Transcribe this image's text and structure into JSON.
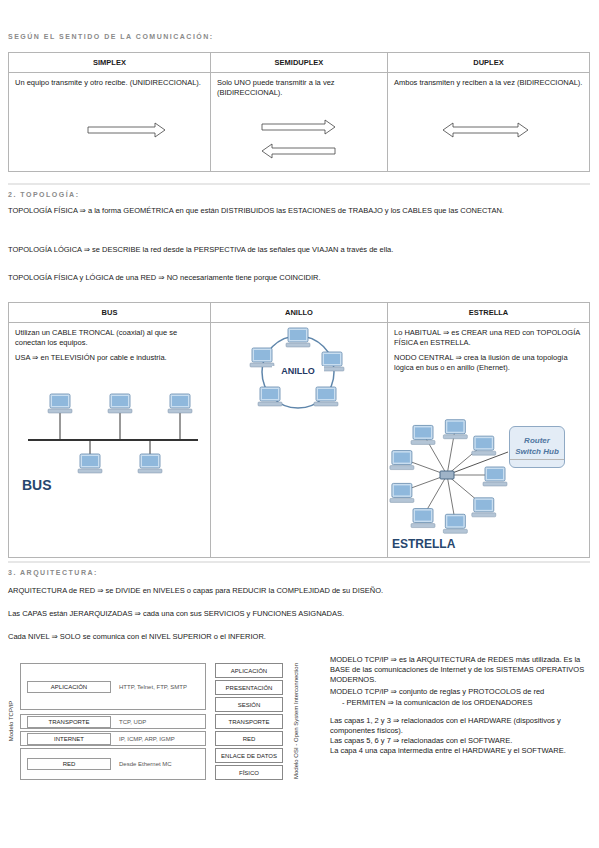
{
  "diagram": {
    "nodes": [
      {
        "text": [
          "SIMPLEX",
          "Un equipo transmite y otro recibe. (UNIDIRECCIONAL)."
        ]
      },
      {
        "text": [
          "SEMIDUPLEX",
          "Solo UNO puede transmitir a la vez (BIDIRECCIONAL)."
        ]
      },
      {
        "text": [
          "DUPLEX",
          "Ambos transmiten y reciben a la vez (BIDIRECCIONAL)."
        ]
      },
      {
        "text": [
          "BUS",
          "Utilizan un CABLE TRONCAL (coaxial) al que se conectan los equipos.",
          "USA ⇒ en TELEVISIÓN por cable e industria."
        ]
      },
      {
        "text": [
          "ANILLO"
        ]
      },
      {
        "text": [
          "ESTRELLA",
          "Lo HABITUAL ⇒ es CREAR una RED con TOPOLOGÍA FÍSICA en ESTRELLA.",
          "NODO CENTRAL ⇒ crea la ilusión de una topología lógica en bus o en anillo (Ehernet)."
        ]
      },
      {
        "text": [
          "Router Switch Hub"
        ],
        "in": 5
      },
      {
        "text": [
          "APLICACIÓN",
          "HTTP, Telnet, FTP, SMTP"
        ]
      },
      {
        "text": [
          "TRANSPORTE",
          "TCP, UDP"
        ]
      },
      {
        "text": [
          "INTERNET",
          "IP, ICMP, ARP, IGMP"
        ]
      },
      {
        "text": [
          "RED",
          "Desde Ethernet MC"
        ]
      },
      {
        "text": [
          "APLICACIÓN"
        ]
      },
      {
        "text": [
          "PRESENTACIÓN"
        ]
      },
      {
        "text": [
          "SESIÓN"
        ]
      },
      {
        "text": [
          "TRANSPORTE"
        ]
      },
      {
        "text": [
          "RED"
        ]
      },
      {
        "text": [
          "ENLACE DE DATOS"
        ]
      },
      {
        "text": [
          "FÍSICO"
        ]
      }
    ],
    "labels": [
      "SEGÚN EL SENTIDO DE LA COMUNICACIÓN:",
      "2. TOPOLOGÍA:",
      "TOPOLOGÍA FÍSICA ⇒ a la forma GEOMÉTRICA en que están DISTRIBUIDOS las ESTACIONES de TRABAJO y los CABLES que las CONECTAN.",
      "TOPOLOGÍA LÓGICA ⇒ se DESCRIBE la red desde la PERSPECTIVA de las señales que VIAJAN a través de ella.",
      "TOPOLOGÍA FÍSICA y LÓGICA de una RED ⇒ NO necesariamente tiene porque COINCIDIR.",
      "BUS",
      "ANILLO",
      "ESTRELLA",
      "3. ARQUITECTURA:",
      "ARQUITECTURA de RED ⇒ se DIVIDE en NIVELES o capas para REDUCIR la COMPLEJIDAD de su DISEÑO.",
      "Las CAPAS están JERARQUIZADAS ⇒ cada una con sus SERVICIOS y FUNCIONES ASIGNADAS.",
      "Cada NIVEL ⇒ SOLO se comunica con el NIVEL SUPERIOR o el INFERIOR.",
      "Modelo TCP/IP",
      "Modelo OSI - Open System Interconnection",
      "MODELO TCP/IP ⇒ es la ARQUITECTURA de REDES más utilizada. Es la BASE de las comunicaciones de Internet y de los SISTEMAS OPERATIVOS MODERNOS.",
      "MODELO TCP/IP ⇒ conjunto de reglas y PROTOCOLOS de red",
      "- PERMITEN ⇒ la comunicación de los ORDENADORES",
      "Las capas 1, 2 y 3 ⇒ relacionados con el HARDWARE (dispositivos y componentes físicos).",
      "Las capas 5, 6 y 7 ⇒ relacionadas con el SOFTWARE.",
      "La capa 4 una capa intermedia entre el HARDWARE y el SOFTWARE."
    ]
  }
}
